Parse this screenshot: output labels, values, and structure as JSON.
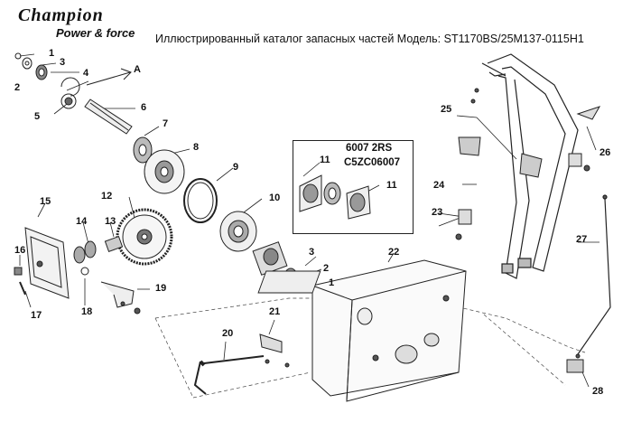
{
  "brand": {
    "name": "Champion",
    "slogan": "Power & force"
  },
  "header": {
    "title": "Иллюстрированный каталог запасных частей  Модель: ST1170BS/25M137-0115H1"
  },
  "bearing": {
    "code1": "6007 2RS",
    "code2": "C5ZC06007"
  },
  "callouts": [
    "1",
    "2",
    "3",
    "4",
    "A",
    "5",
    "6",
    "7",
    "8",
    "9",
    "10",
    "11",
    "11",
    "12",
    "13",
    "14",
    "15",
    "16",
    "17",
    "18",
    "19",
    "3",
    "2",
    "1",
    "22",
    "21",
    "20",
    "24",
    "25",
    "26",
    "23",
    "27",
    "28"
  ],
  "colors": {
    "line": "#222222",
    "background": "#ffffff"
  }
}
